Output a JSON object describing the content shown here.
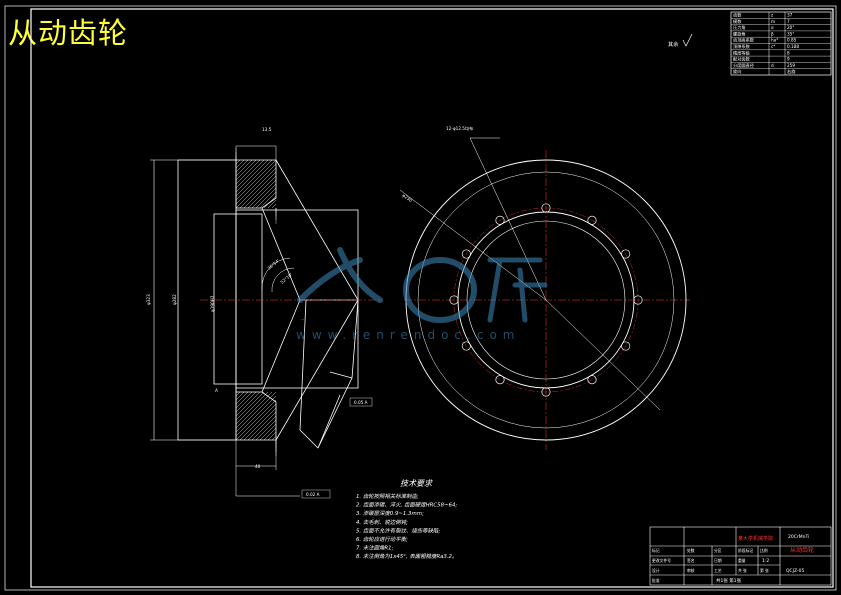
{
  "title": "从动齿轮",
  "technical_requirements": {
    "heading": "技术要求",
    "lines": [
      "1. 齿轮按照相关标准制造;",
      "2. 齿面渗碳、淬火, 齿面硬度HRC58~64;",
      "3. 渗碳层深度0.9~1.3mm;",
      "4. 去毛刺、锐边倒钝;",
      "5. 齿面不允许有裂纹、烧伤等缺陷;",
      "6. 齿轮应进行动平衡;",
      "7. 未注圆角R1;",
      "8. 未注倒角为1x45°, 表面粗糙度Ra3.2。"
    ]
  },
  "parameter_table": {
    "rows": [
      [
        "齿数",
        "z",
        "37"
      ],
      [
        "模数",
        "m",
        "7"
      ],
      [
        "压力角",
        "α",
        "20°"
      ],
      [
        "螺旋角",
        "β",
        "35°"
      ],
      [
        "齿顶高系数",
        "ha*",
        "0.85"
      ],
      [
        "顶隙系数",
        "c*",
        "0.188"
      ],
      [
        "精度等级",
        "",
        "8"
      ],
      [
        "配对齿数",
        "",
        "9"
      ],
      [
        "分度圆直径",
        "d",
        "259"
      ],
      [
        "旋向",
        "",
        "右旋"
      ]
    ]
  },
  "title_block": {
    "drawing_name": "从动齿轮",
    "school": "某大学机械学院",
    "drawing_number": "QCJZ-05",
    "fields": [
      "标记",
      "处数",
      "分区",
      "更改文件号",
      "签名",
      "日期",
      "设计",
      "审核",
      "工艺",
      "批准",
      "阶段标记",
      "重量",
      "比例",
      "共 张",
      "第 张"
    ],
    "scale": "1:2",
    "sheet": "共1张 第1张",
    "material": "20CrMnTi"
  },
  "annotations": {
    "roughness_symbol": "其余",
    "hole_callout": "12-φ12.5均布",
    "pcd_label": "φ230",
    "angle_1": "36°54'",
    "angle_2": "52°10'",
    "dim_top": "13.5",
    "dim_bottom": "40",
    "dim_od": "φ323",
    "dim_od2": "φ282",
    "dim_bore": "φ190H7",
    "tolerance_1": "0.05 A",
    "tolerance_2": "0.02 A",
    "datum": "A"
  },
  "watermark": {
    "text": "人人文库",
    "domain": "www.renrendoc.com"
  },
  "colors": {
    "background": "#000000",
    "line": "#ffffff",
    "title": "#ffff33",
    "center_line": "#ff3333",
    "watermark": "#3c8cbe"
  }
}
